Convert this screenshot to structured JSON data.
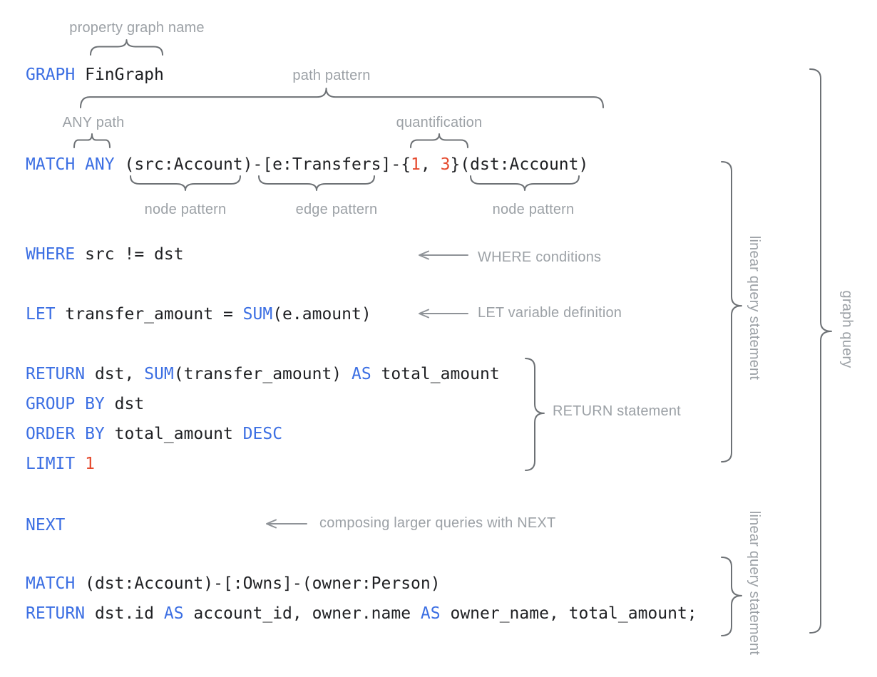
{
  "colors": {
    "keyword": "#3C6FE3",
    "number": "#E5492D",
    "code_text": "#1F2023",
    "annotation_label": "#9CA1A6",
    "brace": "#6D7175",
    "arrow": "#8F9398"
  },
  "code": {
    "lines": [
      {
        "name": "graph-clause",
        "tokens": [
          [
            "kw",
            "GRAPH"
          ],
          [
            "pl",
            " FinGraph"
          ]
        ]
      },
      {
        "name": "match-clause",
        "tokens": [
          [
            "kw",
            "MATCH ANY"
          ],
          [
            "pl",
            " (src:Account)-[e:Transfers]-{"
          ],
          [
            "num",
            "1"
          ],
          [
            "pl",
            ", "
          ],
          [
            "num",
            "3"
          ],
          [
            "pl",
            "}(dst:Account)"
          ]
        ]
      },
      {
        "name": "where-clause",
        "tokens": [
          [
            "kw",
            "WHERE"
          ],
          [
            "pl",
            " src != dst"
          ]
        ]
      },
      {
        "name": "let-clause",
        "tokens": [
          [
            "kw",
            "LET"
          ],
          [
            "pl",
            " transfer_amount = "
          ],
          [
            "kw",
            "SUM"
          ],
          [
            "pl",
            "(e.amount)"
          ]
        ]
      },
      {
        "name": "return-clause",
        "tokens": [
          [
            "kw",
            "RETURN"
          ],
          [
            "pl",
            " dst, "
          ],
          [
            "kw",
            "SUM"
          ],
          [
            "pl",
            "(transfer_amount) "
          ],
          [
            "kw",
            "AS"
          ],
          [
            "pl",
            " total_amount"
          ]
        ]
      },
      {
        "name": "group-by-clause",
        "tokens": [
          [
            "kw",
            "GROUP BY"
          ],
          [
            "pl",
            " dst"
          ]
        ]
      },
      {
        "name": "order-by-clause",
        "tokens": [
          [
            "kw",
            "ORDER BY"
          ],
          [
            "pl",
            " total_amount "
          ],
          [
            "kw",
            "DESC"
          ]
        ]
      },
      {
        "name": "limit-clause",
        "tokens": [
          [
            "kw",
            "LIMIT"
          ],
          [
            "pl",
            " "
          ],
          [
            "num",
            "1"
          ]
        ]
      },
      {
        "name": "next-keyword",
        "tokens": [
          [
            "kw",
            "NEXT"
          ]
        ]
      },
      {
        "name": "match-clause-2",
        "tokens": [
          [
            "kw",
            "MATCH"
          ],
          [
            "pl",
            " (dst:Account)-[:Owns]-(owner:Person)"
          ]
        ]
      },
      {
        "name": "return-clause-2",
        "tokens": [
          [
            "kw",
            "RETURN"
          ],
          [
            "pl",
            " dst.id "
          ],
          [
            "kw",
            "AS"
          ],
          [
            "pl",
            " account_id, owner.name "
          ],
          [
            "kw",
            "AS"
          ],
          [
            "pl",
            " owner_name, total_amount;"
          ]
        ]
      }
    ]
  },
  "labels": {
    "property_graph_name": "property graph name",
    "path_pattern": "path pattern",
    "any_path": "ANY path",
    "quantification": "quantification",
    "node_pattern_left": "node pattern",
    "edge_pattern": "edge pattern",
    "node_pattern_right": "node pattern",
    "where_conditions": "WHERE conditions",
    "let_variable": "LET variable definition",
    "return_statement": "RETURN statement",
    "next_note": "composing larger queries with NEXT",
    "linear_query_statement_top": "linear query statement",
    "linear_query_statement_bottom": "linear query statement",
    "graph_query": "graph query"
  }
}
